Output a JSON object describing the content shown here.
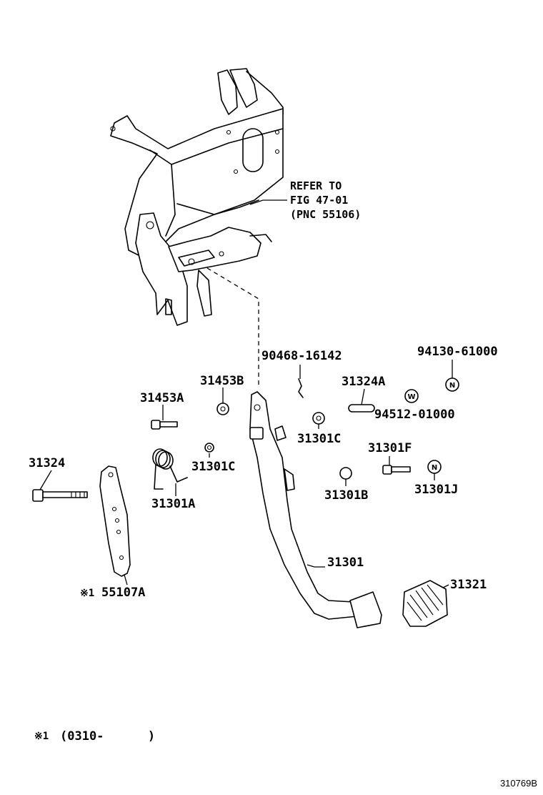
{
  "refer_note": {
    "line1": "REFER TO",
    "line2": "FIG 47-01",
    "line3": "(PNC 55106)"
  },
  "parts": {
    "p90468": "90468-16142",
    "p94130": "94130-61000",
    "p31453B": "31453B",
    "p31324A": "31324A",
    "p31453A": "31453A",
    "p94512": "94512-01000",
    "p31301C_right": "31301C",
    "p31301F": "31301F",
    "p31324": "31324",
    "p31301C_left": "31301C",
    "p31301J": "31301J",
    "p31301A": "31301A",
    "p31301B": "31301B",
    "p31301": "31301",
    "p31321": "31321",
    "p55107A": "55107A"
  },
  "symbols": {
    "nut_marker": "N",
    "washer_marker": "W",
    "note_marker": "※1"
  },
  "footnote": {
    "marker": "※1",
    "text": "(0310-      )"
  },
  "diagram_code": "310769B"
}
